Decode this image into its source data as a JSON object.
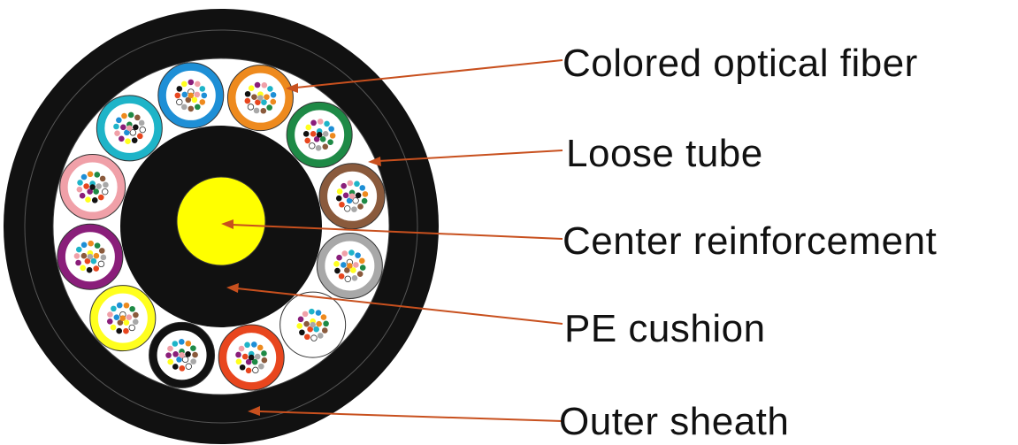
{
  "labels": {
    "colored_optical_fiber": "Colored optical fiber",
    "loose_tube": "Loose tube",
    "center_reinforcement": "Center reinforcement",
    "pe_cushion": "PE cushion",
    "outer_sheath": "Outer sheath"
  },
  "colors": {
    "outer_sheath": "#111111",
    "pe_cushion": "#111111",
    "center_reinforcement": "#ffff00",
    "leader_line": "#c8501e",
    "filler": "#ffffff"
  },
  "loose_tubes": [
    {
      "name": "blue",
      "color": "#1e8fd6"
    },
    {
      "name": "orange",
      "color": "#ee8a1e"
    },
    {
      "name": "green",
      "color": "#1e8a46"
    },
    {
      "name": "brown",
      "color": "#8a5a3c"
    },
    {
      "name": "gray",
      "color": "#a8a8a8"
    },
    {
      "name": "white",
      "color": "#ffffff"
    },
    {
      "name": "red",
      "color": "#e8461e"
    },
    {
      "name": "black",
      "color": "#111111"
    },
    {
      "name": "yellow",
      "color": "#ffff1e"
    },
    {
      "name": "violet",
      "color": "#8a1e7a"
    },
    {
      "name": "rose",
      "color": "#f0a0a8"
    },
    {
      "name": "aqua",
      "color": "#1eb4c8"
    }
  ],
  "fiber_colors": [
    "#1e8fd6",
    "#ee8a1e",
    "#1e8a46",
    "#8a5a3c",
    "#a8a8a8",
    "#ffffff",
    "#e8461e",
    "#111111",
    "#ffff1e",
    "#8a1e7a",
    "#f0a0a8",
    "#1eb4c8"
  ]
}
